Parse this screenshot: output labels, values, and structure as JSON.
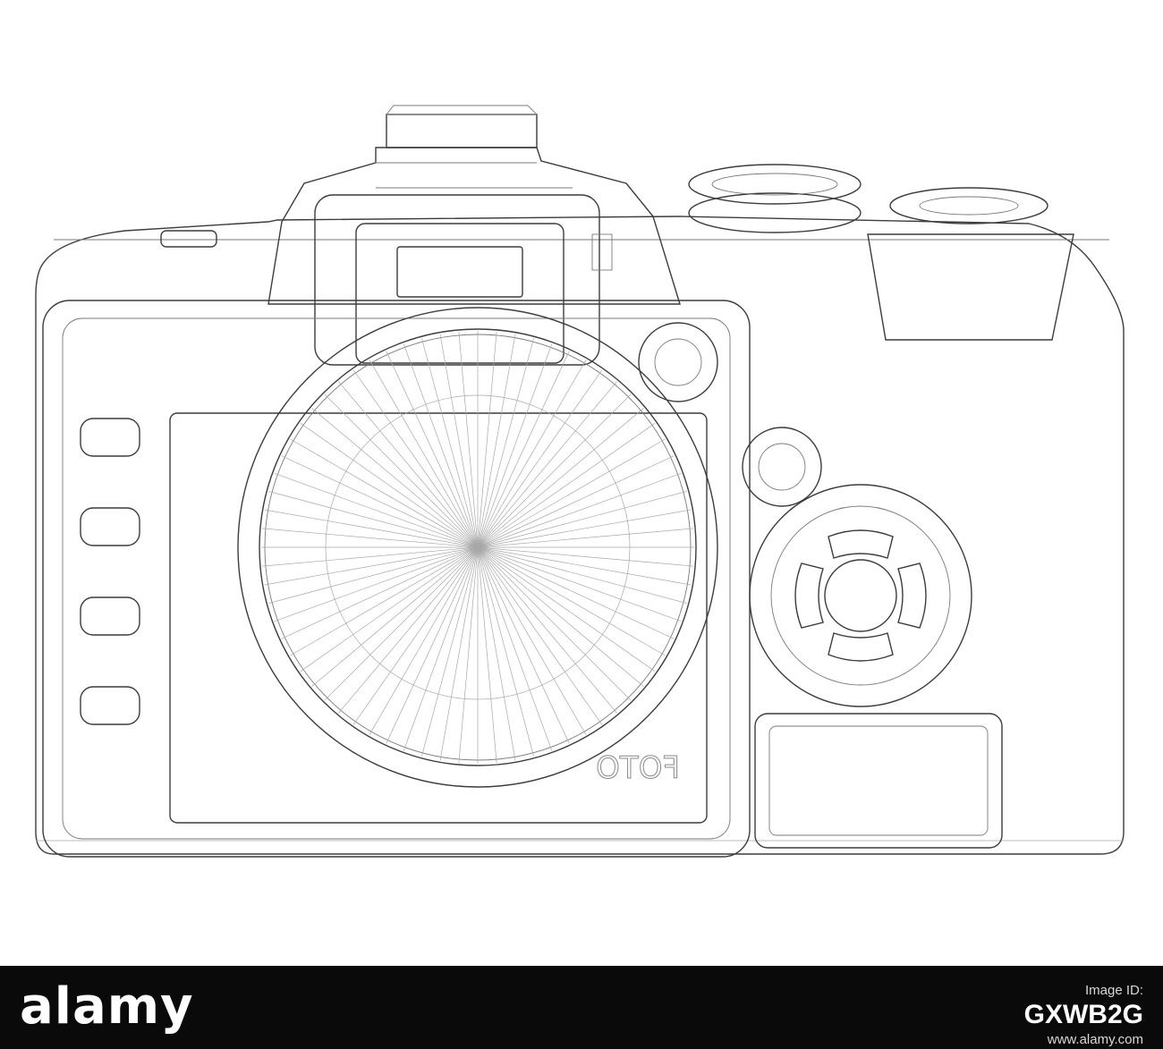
{
  "image": {
    "subject_icon": "wireframe-camera-back",
    "stroke_color": "#7a7a7a",
    "background_color": "#ffffff",
    "engraving_text": "FOTO"
  },
  "watermark": {
    "brand": "alamy",
    "image_id_label": "Image ID:",
    "image_id": "GXWB2G",
    "site": "www.alamy.com",
    "bar_color": "#0a0a0a"
  }
}
